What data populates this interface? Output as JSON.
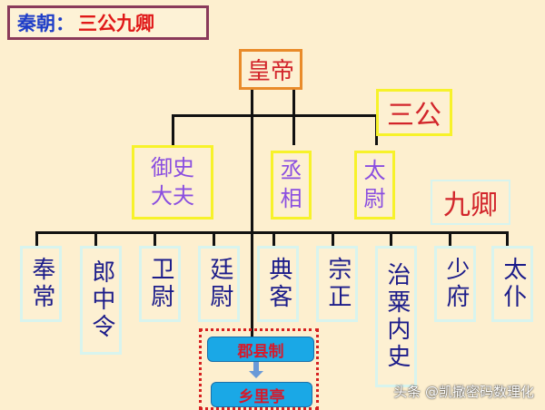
{
  "title": {
    "prefix": "秦朝：",
    "main": "三公九卿"
  },
  "emperor": {
    "label": "皇帝"
  },
  "sangong": {
    "label": "三公"
  },
  "jiuqing": {
    "label": "九卿"
  },
  "ministers": [
    {
      "line1": "御史",
      "line2": "大夫"
    },
    {
      "line1": "丞",
      "line2": "相"
    },
    {
      "line1": "太",
      "line2": "尉"
    }
  ],
  "nine_ministers": [
    "奉常",
    "郎中令",
    "卫尉",
    "廷尉",
    "典客",
    "宗正",
    "治粟内史",
    "少府",
    "太仆"
  ],
  "local": {
    "system": "郡县制",
    "sub": "乡里亭"
  },
  "watermark": "头条 @凯撒密码数理化",
  "colors": {
    "background": "#fdefcf",
    "emperor_border": "#e98b2a",
    "gong_border": "#f7f22a",
    "qing_border": "#d8f4ee",
    "minister_text": "#8a4ee0",
    "qing_text": "#1c1c8a",
    "red_text": "#d2252b"
  }
}
